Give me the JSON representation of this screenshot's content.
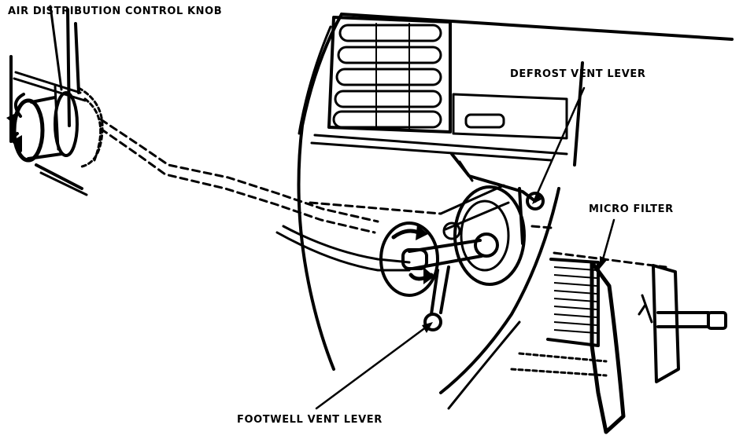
{
  "labels": {
    "air_distribution_control_knob": "AIR DISTRIBUTION CONTROL KNOB",
    "defrost_vent_lever": "DEFROST VENT LEVER",
    "micro_filter": "MICRO FILTER",
    "footwell_vent_lever": "FOOTWELL VENT LEVER"
  },
  "colors": {
    "ink": "#000000",
    "background": "#ffffff"
  }
}
